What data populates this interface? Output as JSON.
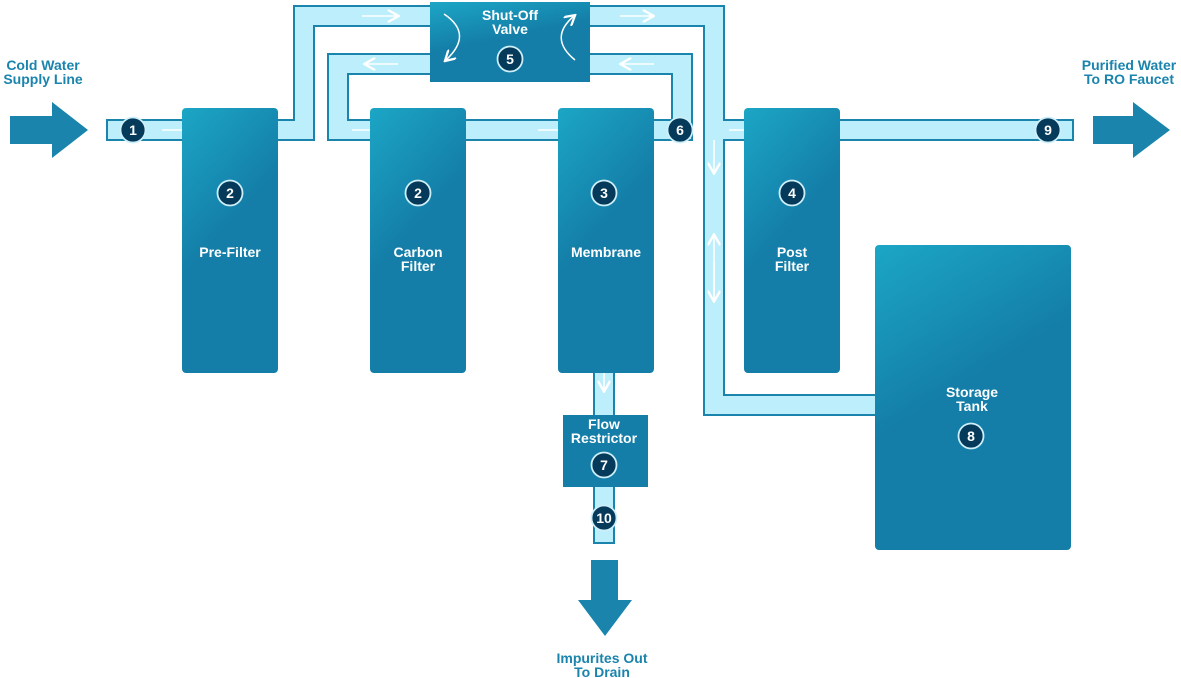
{
  "colors": {
    "accent": "#1a84ad",
    "pipe": "#bdeefc",
    "marker": "#063a5a"
  },
  "labels": {
    "inlet_line1": "Cold Water",
    "inlet_line2": "Supply Line",
    "outlet_line1": "Purified Water",
    "outlet_line2": "To RO Faucet",
    "drain_line1": "Impurites Out",
    "drain_line2": "To Drain"
  },
  "components": {
    "prefilter": {
      "label": "Pre-Filter",
      "number": "2"
    },
    "carbon": {
      "line1": "Carbon",
      "line2": "Filter",
      "number": "2"
    },
    "membrane": {
      "label": "Membrane",
      "number": "3"
    },
    "postfilter": {
      "line1": "Post",
      "line2": "Filter",
      "number": "4"
    },
    "valve": {
      "line1": "Shut-Off",
      "line2": "Valve",
      "number": "5"
    },
    "restrictor": {
      "line1": "Flow",
      "line2": "Restrictor",
      "number": "7"
    },
    "tank": {
      "line1": "Storage",
      "line2": "Tank",
      "number": "8"
    }
  },
  "markers": {
    "inlet": "1",
    "junction": "6",
    "outlet": "9",
    "drain": "10"
  }
}
